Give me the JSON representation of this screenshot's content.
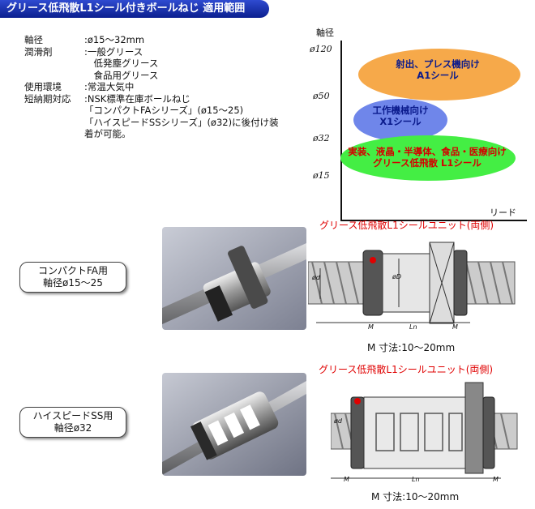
{
  "title": "グリース低飛散L1シール付きボールねじ 適用範囲",
  "specs": [
    {
      "key": "軸径",
      "value": ":ø15〜32mm"
    },
    {
      "key": "潤滑剤",
      "value": ":一般グリース"
    },
    {
      "key": "",
      "value": "　低発塵グリース"
    },
    {
      "key": "",
      "value": "　食品用グリース"
    },
    {
      "key": "使用環境",
      "value": ":常温大気中"
    },
    {
      "key": "短納期対応",
      "value": ":NSK標準在庫ボールねじ"
    },
    {
      "key": "",
      "value": "「コンパクトFAシリーズ」(ø15〜25)"
    },
    {
      "key": "",
      "value": "「ハイスピードSSシリーズ」(ø32)に後付け装"
    },
    {
      "key": "",
      "value": "着が可能。"
    }
  ],
  "chart": {
    "y_label": "軸径",
    "x_label": "リード",
    "y_ticks": [
      "ø120",
      "ø50",
      "ø32",
      "ø15"
    ],
    "regions": [
      {
        "line1": "射出、プレス機向け",
        "line2": "A1シール",
        "color": "#f6a94a",
        "text_color": "#0a1a8c"
      },
      {
        "line1": "工作機械向け",
        "line2": "X1シール",
        "color": "#6f86ea",
        "text_color": "#0a1a8c"
      },
      {
        "line1": "実装、液晶・半導体、食品・医療向け",
        "line2": "グリース低飛散 L1シール",
        "color": "#44ee44",
        "text_color": "#d40000"
      }
    ]
  },
  "products": [
    {
      "badge_line1": "コンパクトFA用",
      "badge_line2": "軸径ø15〜25",
      "unit_label": "グリース低飛散L1シールユニット(両側)",
      "dim_label": "M 寸法:10〜20mm",
      "dims": {
        "d": "ød",
        "D": "øD",
        "M": "M",
        "L": "Ln"
      }
    },
    {
      "badge_line1": "ハイスピードSS用",
      "badge_line2": "軸径ø32",
      "unit_label": "グリース低飛散L1シールユニット(両側)",
      "dim_label": "M 寸法:10〜20mm",
      "dims": {
        "d": "ød",
        "M": "M",
        "L": "Ln"
      }
    }
  ]
}
